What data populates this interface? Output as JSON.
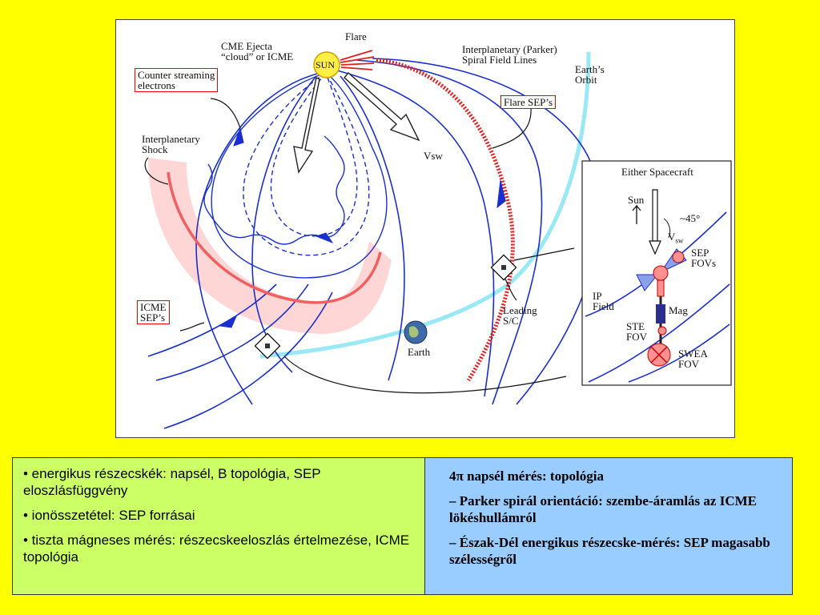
{
  "figure": {
    "labels": {
      "flare": "Flare",
      "cme_ejecta": "CME Ejecta\n“cloud” or ICME",
      "sun": "SUN",
      "counter_streaming": "Counter streaming\nelectrons",
      "interplanetary_shock": "Interplanetary\nShock",
      "parker_lines": "Interplanetary (Parker)\nSpiral Field Lines",
      "earths_orbit": "Earth’s\nOrbit",
      "flare_seps": "Flare SEP’s",
      "vsw": "Vsw",
      "icme_seps": "ICME\nSEP’s",
      "earth": "Earth",
      "leading_sc": "Leading\nS/C"
    },
    "inset": {
      "title": "Either Spacecraft",
      "sun": "Sun",
      "angle": "~45°",
      "vsw_v": "V",
      "vsw_sub": "sw",
      "sep_fovs": "SEP\nFOVs",
      "ip_field": "IP\nField",
      "mag": "Mag",
      "ste_fov": "STE\nFOV",
      "swea_fov": "SWEA\nFOV"
    },
    "colors": {
      "field_lines": "#1a2fcf",
      "orbit": "#99e8f5",
      "shock_band": "#ffd6d6",
      "shock_line": "#f06060",
      "flare_sep": "#e02020",
      "sun": "#ffee44"
    }
  },
  "left_bullets": [
    "• energikus részecskék: napsél, B topológia, SEP eloszlásfüggvény",
    "• ionösszetétel: SEP forrásai",
    "• tiszta mágneses mérés: részecskeeloszlás értelmezése, ICME topológia"
  ],
  "right_lines": [
    "4π napsél mérés: topológia",
    "– Parker spirál orientáció: szembe-áramlás az ICME lökéshullámról",
    "– Észak-Dél energikus részecske-mérés: SEP magasabb szélességről"
  ]
}
